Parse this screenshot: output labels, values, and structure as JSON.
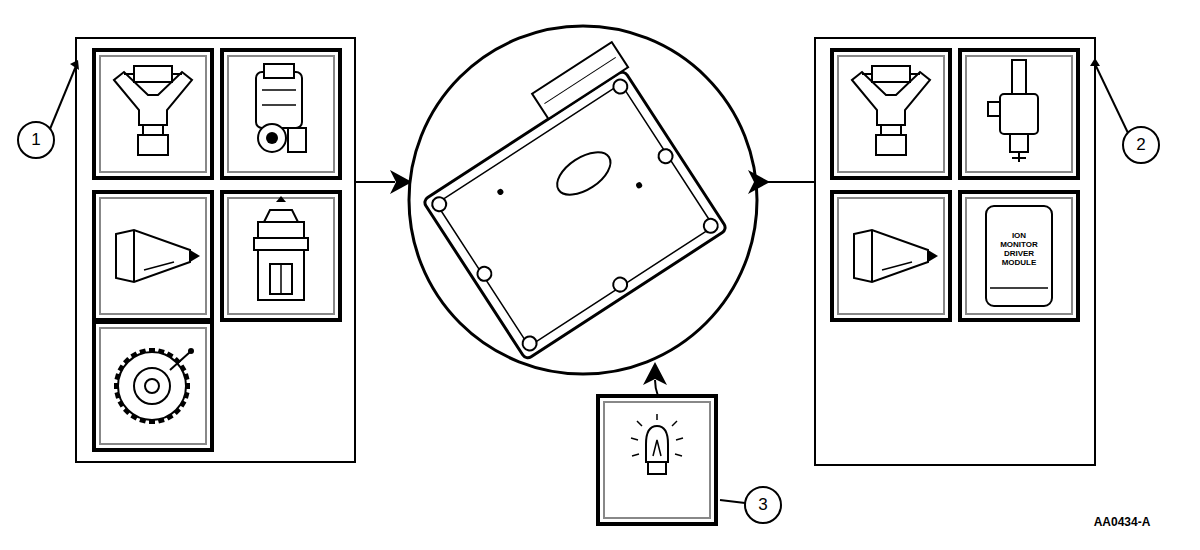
{
  "diagram": {
    "nodes": [
      {
        "text": [
          "ION MONITOR DRIVER MODULE"
        ]
      }
    ],
    "labels": [
      "1",
      "2",
      "3",
      "AA0434-A"
    ]
  }
}
